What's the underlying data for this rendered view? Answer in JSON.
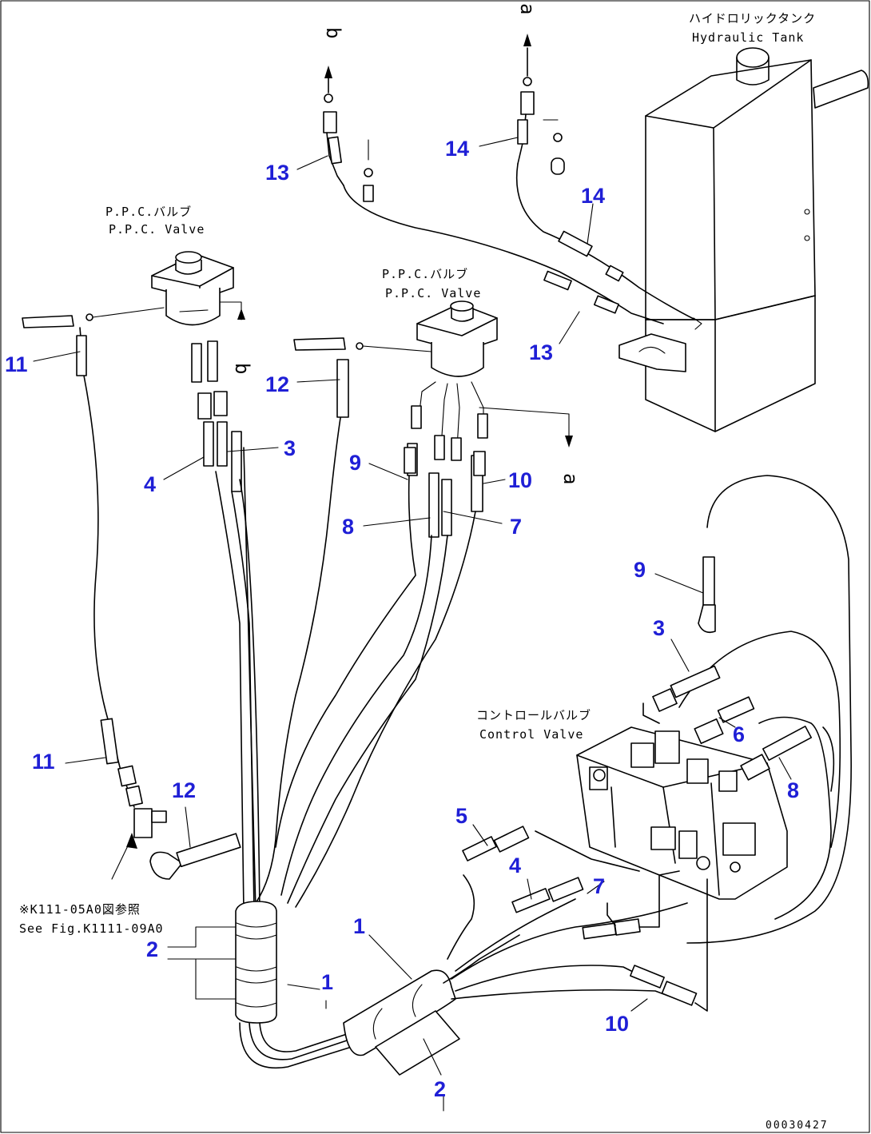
{
  "labels": {
    "tank_jp": "ハイドロリックタンク",
    "tank_en": "Hydraulic Tank",
    "ppc_valve_left_jp": "P.P.C.バルブ",
    "ppc_valve_left_en": "P.P.C. Valve",
    "ppc_valve_right_jp": "P.P.C.バルブ",
    "ppc_valve_right_en": "P.P.C. Valve",
    "control_valve_jp": "コントロールバルブ",
    "control_valve_en": "Control Valve",
    "see_fig_jp": "※K111-05A0図参照",
    "see_fig_en": "See Fig.K1111-09A0",
    "diagram_code": "00030427"
  },
  "directions": {
    "b_top": "b",
    "a_top": "a",
    "b_left_valve": "b",
    "a_right_valve": "a"
  },
  "callouts": {
    "c13_top": "13",
    "c14_top": "14",
    "c14_tank": "14",
    "c13_tank": "13",
    "c11_top": "11",
    "c12_top": "12",
    "c3_left": "3",
    "c4_left": "4",
    "c9_left": "9",
    "c10_left": "10",
    "c8_left": "8",
    "c7_left": "7",
    "c9_right": "9",
    "c3_right": "3",
    "c6_right": "6",
    "c8_right": "8",
    "c11_bottom": "11",
    "c12_bottom": "12",
    "c5_mid": "5",
    "c4_mid": "4",
    "c7_mid": "7",
    "c1_right": "1",
    "c2_left": "2",
    "c1_left": "1",
    "c10_bottom": "10",
    "c2_bottom": "2"
  },
  "colors": {
    "callout": "#1f1fd6",
    "line": "#000000",
    "background": "#ffffff"
  }
}
